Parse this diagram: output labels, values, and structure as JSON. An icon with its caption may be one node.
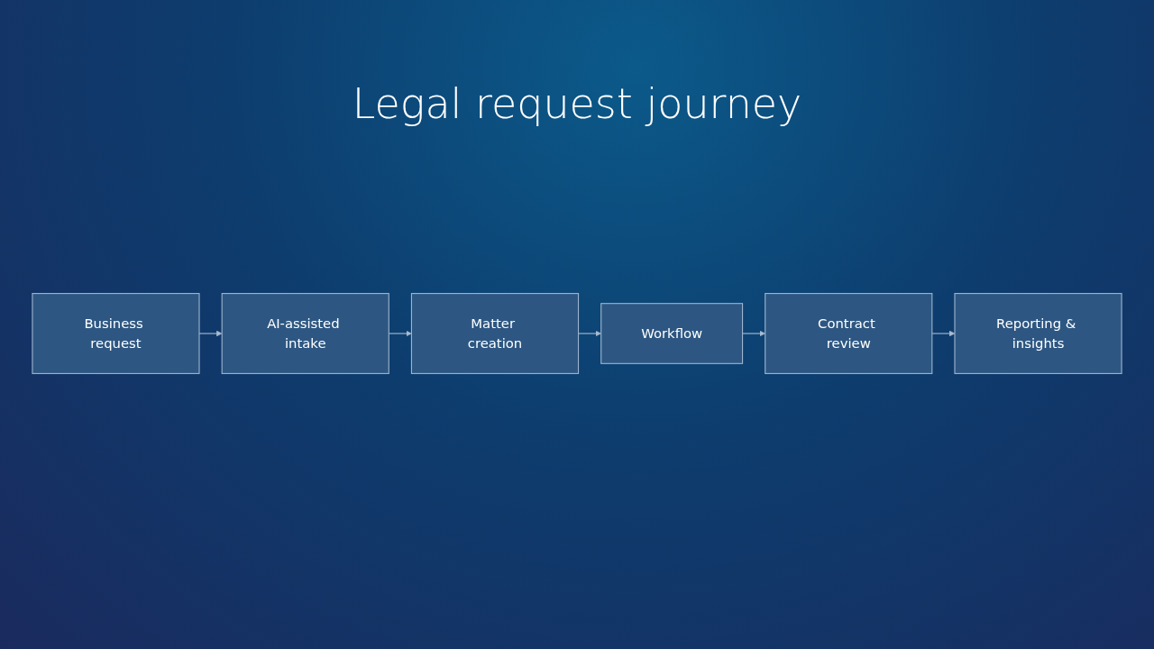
{
  "diagram": {
    "title": "Legal request journey",
    "nodes": [
      {
        "text": [
          "Business request"
        ]
      },
      {
        "text": [
          "AI-assisted intake"
        ]
      },
      {
        "text": [
          "Matter creation"
        ]
      },
      {
        "text": [
          "Workflow"
        ]
      },
      {
        "text": [
          "Contract review"
        ]
      },
      {
        "text": [
          "Reporting & insights"
        ]
      }
    ],
    "edges": [
      {
        "from": 0,
        "to": 1,
        "arrow": "to"
      },
      {
        "from": 1,
        "to": 2,
        "arrow": "to"
      },
      {
        "from": 2,
        "to": 3,
        "arrow": "to"
      },
      {
        "from": 3,
        "to": 4,
        "arrow": "to"
      },
      {
        "from": 4,
        "to": 5,
        "arrow": "to"
      }
    ]
  }
}
